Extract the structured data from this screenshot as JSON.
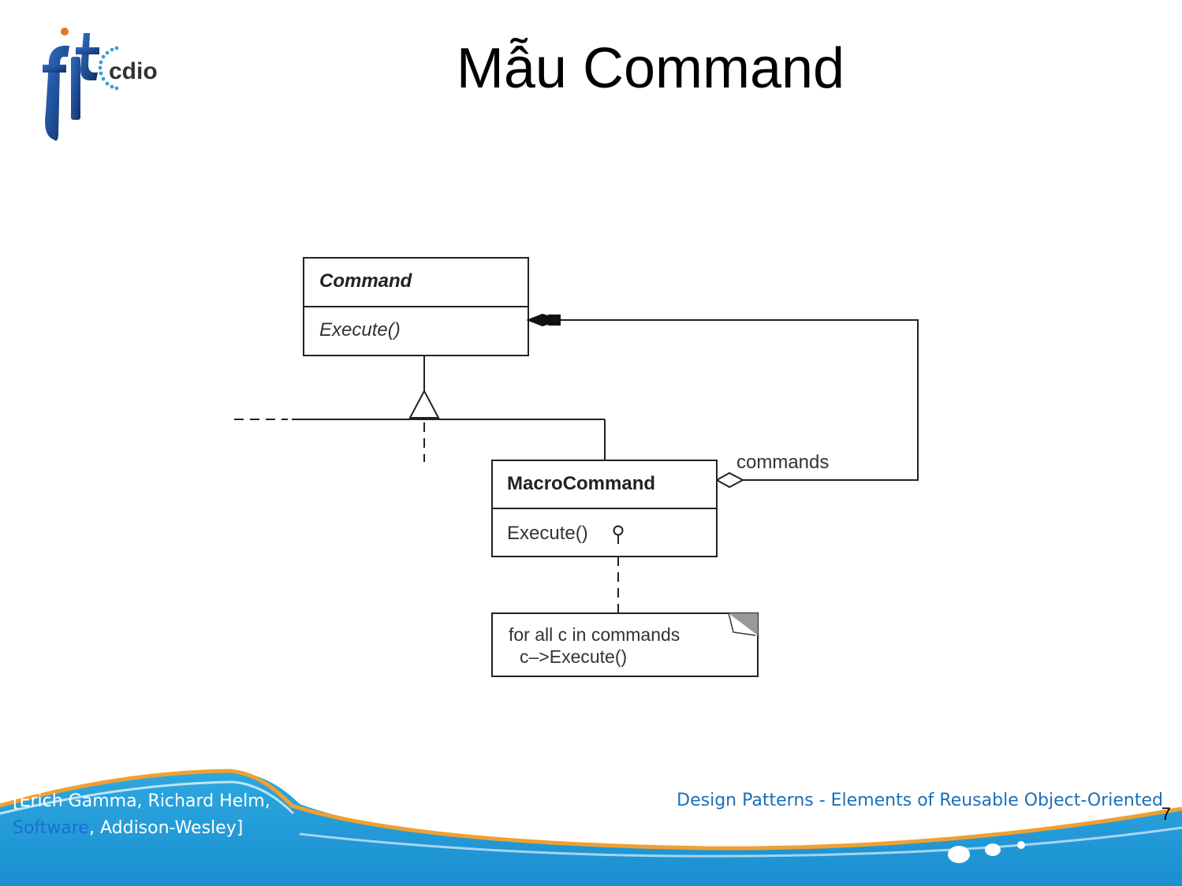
{
  "slide": {
    "title": "Mẫu Command",
    "page_number": "7",
    "logo": {
      "mark": "fit",
      "text": "cdio"
    },
    "footer": {
      "left_line1": "[Erich Gamma, Richard Helm,",
      "left_line2_highlight": "Software",
      "left_line2_rest": ", Addison-Wesley]",
      "right_line1": "Design Patterns - Elements of Reusable Object-Oriented"
    }
  },
  "diagram": {
    "command_class": {
      "name": "Command",
      "operation": "Execute()"
    },
    "macro_class": {
      "name": "MacroCommand",
      "operation": "Execute()"
    },
    "association_label": "commands",
    "note": {
      "line1": "for all c in commands",
      "line2": "c–>Execute()"
    }
  },
  "colors": {
    "footer_blue": "#1e9ad6",
    "footer_dark": "#1a6fb8",
    "footer_orange": "#f0a030",
    "logo_blue": "#1a4f9a"
  }
}
